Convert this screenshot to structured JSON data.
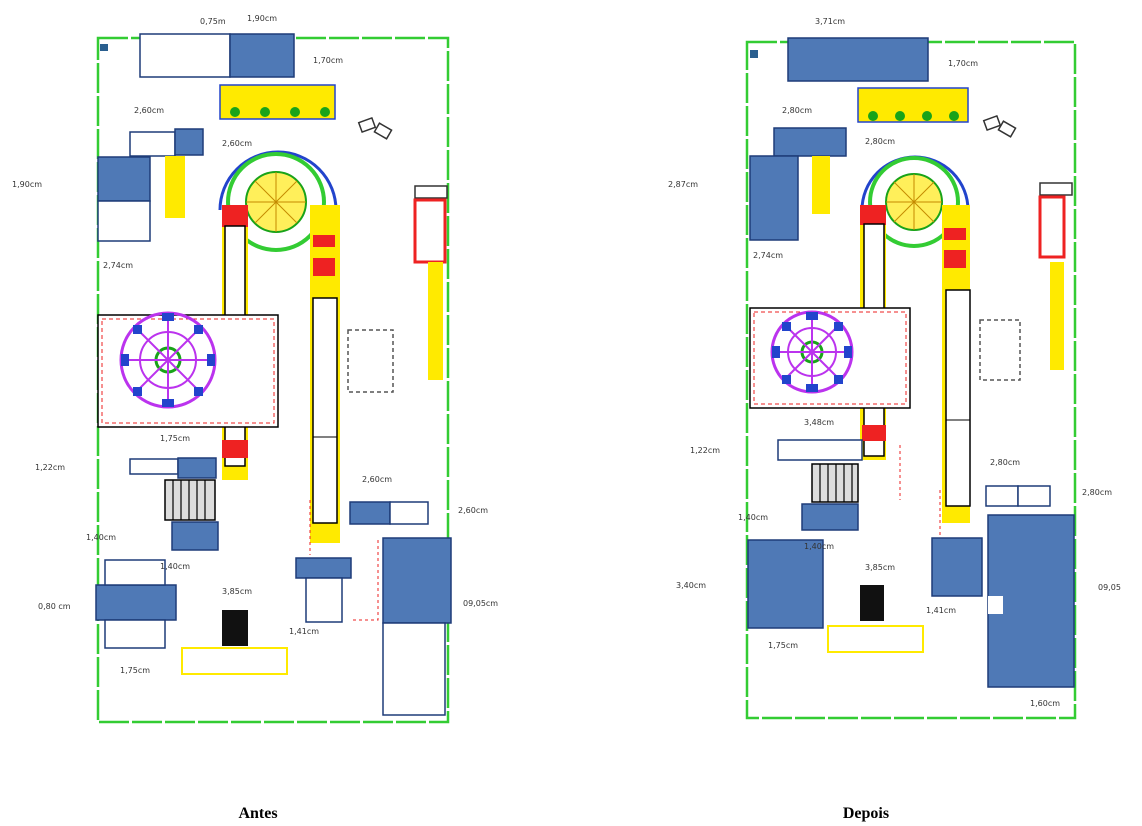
{
  "captions": {
    "left": "Antes",
    "right": "Depois"
  },
  "colors": {
    "equipment": "#4f79b6",
    "boundary": "#33cc33",
    "walkway": "#ffea00",
    "hazard": "#ee2222",
    "mixer_ring": "#2244cc",
    "mixer_spokes": "#bb33ee"
  },
  "antes": {
    "labels": {
      "top_small": "0,75m",
      "top_width": "1,90cm",
      "top_right": "1,70cm",
      "left_upper_a": "2,60cm",
      "left_upper_b": "2,60cm",
      "left_side": "1,90cm",
      "mid_left": "2,74cm",
      "table_width": "1,75cm",
      "lower_left_a": "1,22cm",
      "lower_left_b": "1,40cm",
      "lower_left_c": "1,40cm",
      "bottom_left_side": "0,80 cm",
      "bottom_left_width": "1,75cm",
      "center_bottom": "3,85cm",
      "center_bottom_b": "1,41cm",
      "right_mid_a": "2,60cm",
      "right_mid_b": "2,60cm",
      "right_bottom": "09,05cm"
    }
  },
  "depois": {
    "labels": {
      "top_width": "3,71cm",
      "top_right": "1,70cm",
      "left_upper_a": "2,80cm",
      "left_upper_b": "2,80cm",
      "left_side": "2,87cm",
      "mid_left": "2,74cm",
      "table_width": "3,48cm",
      "lower_left_a": "1,22cm",
      "lower_left_b": "1,40cm",
      "lower_left_c": "1,40cm",
      "bottom_left_side": "3,40cm",
      "bottom_left_width": "1,75cm",
      "center_bottom": "3,85cm",
      "center_bottom_b": "1,41cm",
      "right_mid_a": "2,80cm",
      "right_mid_b": "2,80cm",
      "right_bottom": "09,05",
      "right_bottom_b": "1,60cm"
    }
  }
}
